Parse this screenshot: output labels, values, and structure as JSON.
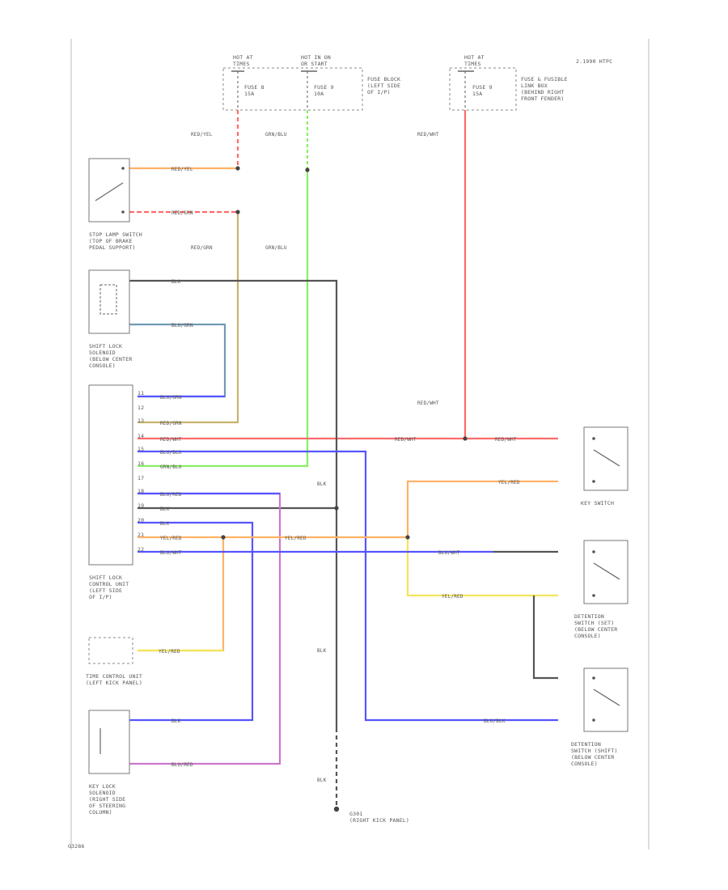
{
  "colors": {
    "red": "#ff6b6b",
    "orange": "#ffb266",
    "green": "#88ee66",
    "blue": "#5555ff",
    "violet": "#cc77cc",
    "tan": "#c8b26e",
    "steel": "#6f9bb2",
    "yellow": "#f2e65a",
    "black": "#555555"
  },
  "header": {
    "note": "2.1990 HTPC"
  },
  "fuses": {
    "fuse1_top": "HOT AT\nTIMES",
    "fuse1_label": "FUSE 8\n15A",
    "fuse2_top": "HOT IN ON\nOR START",
    "fuse2_label": "FUSE 9\n10A",
    "fuse_block": "FUSE BLOCK\n(LEFT SIDE\nOF I/P)",
    "fuse3_top": "HOT AT\nTIMES",
    "fuse3_label": "FUSE 9\n15A",
    "fusible_link": "FUSE & FUSIBLE\nLINK BOX\n(BEHIND RIGHT\nFRONT FENDER)"
  },
  "components": {
    "stop_lamp_switch": "STOP LAMP SWITCH\n(TOP OF BRAKE\nPEDAL SUPPORT)",
    "shift_lock_solenoid": "SHIFT LOCK\nSOLENOID\n(BELOW CENTER\nCONSOLE)",
    "control_unit": "SHIFT LOCK\nCONTROL UNIT\n(LEFT SIDE\nOF I/P)",
    "time_control_unit": "TIME CONTROL UNIT\n(LEFT KICK PANEL)",
    "key_lock_solenoid": "KEY LOCK\nSOLENOID\n(RIGHT SIDE\nOF STEERING\nCOLUMN)",
    "key_switch": "KEY SWITCH",
    "detention_park": "DETENTION\nSWITCH (SET)\n(BELOW CENTER\nCONSOLE)",
    "detention_shift": "DETENTION\nSWITCH (SHIFT)\n(BELOW CENTER\nCONSOLE)",
    "ground": "G301\n(RIGHT KICK PANEL)"
  },
  "wires": {
    "red_yel": "RED/YEL",
    "red_grn": "RED/GRN",
    "grn_blu": "GRN/BLU",
    "red_wht": "RED/WHT",
    "blk": "BLK",
    "blu_grn": "BLU/GRN",
    "blu_blk": "BLU/BLK",
    "blu_red": "BLU/RED",
    "yel_red": "YEL/RED",
    "blu_wht": "BLU/WHT"
  },
  "pins": {
    "p11": "11",
    "p12": "12",
    "p13": "13",
    "p14": "14",
    "p15": "15",
    "p16": "16",
    "p17": "17",
    "p18": "18",
    "p19": "19",
    "p20": "20",
    "p21": "21",
    "p22": "22"
  },
  "footer": {
    "code": "G3286"
  }
}
